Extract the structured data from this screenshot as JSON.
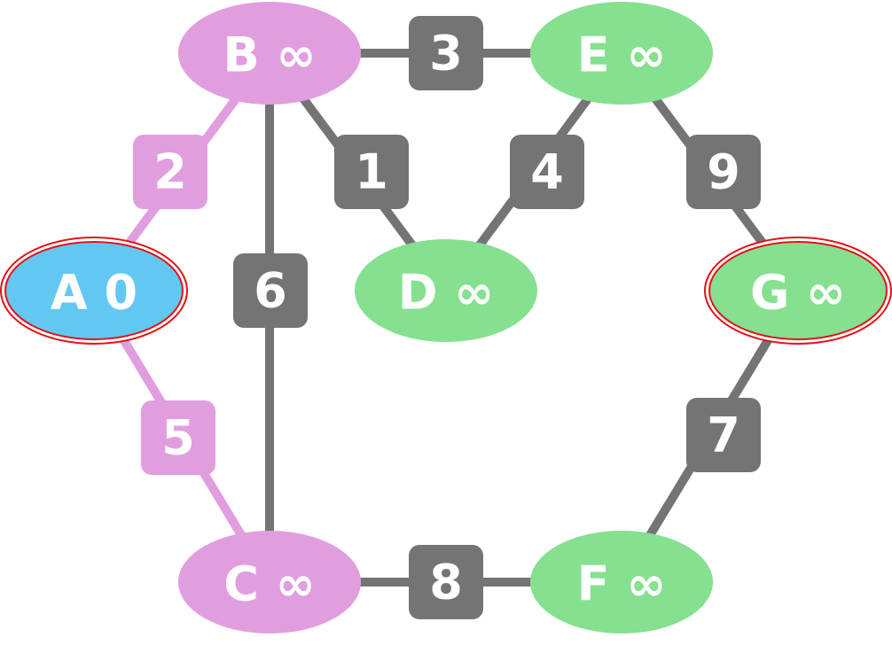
{
  "colors": {
    "visited": "#e19edf",
    "unvisited": "#85e08f",
    "current": "#62c8f2",
    "edge_default": "#747474",
    "highlight_ring": "#e0151a",
    "label_text": "#ffffff"
  },
  "nodes": [
    {
      "id": "A",
      "label": "A 0",
      "state": "current",
      "ring": true
    },
    {
      "id": "B",
      "label": "B ∞",
      "state": "visited",
      "ring": false
    },
    {
      "id": "C",
      "label": "C ∞",
      "state": "visited",
      "ring": false
    },
    {
      "id": "D",
      "label": "D ∞",
      "state": "unvisited",
      "ring": false
    },
    {
      "id": "E",
      "label": "E ∞",
      "state": "unvisited",
      "ring": false
    },
    {
      "id": "F",
      "label": "F ∞",
      "state": "unvisited",
      "ring": false
    },
    {
      "id": "G",
      "label": "G ∞",
      "state": "unvisited",
      "ring": true
    }
  ],
  "edges": [
    {
      "from": "A",
      "to": "B",
      "weight": "2",
      "state": "visited"
    },
    {
      "from": "A",
      "to": "C",
      "weight": "5",
      "state": "visited"
    },
    {
      "from": "B",
      "to": "C",
      "weight": "6",
      "state": "default"
    },
    {
      "from": "B",
      "to": "D",
      "weight": "1",
      "state": "default"
    },
    {
      "from": "B",
      "to": "E",
      "weight": "3",
      "state": "default"
    },
    {
      "from": "E",
      "to": "D",
      "weight": "4",
      "state": "default"
    },
    {
      "from": "E",
      "to": "G",
      "weight": "9",
      "state": "default"
    },
    {
      "from": "G",
      "to": "F",
      "weight": "7",
      "state": "default"
    },
    {
      "from": "C",
      "to": "F",
      "weight": "8",
      "state": "default"
    }
  ]
}
